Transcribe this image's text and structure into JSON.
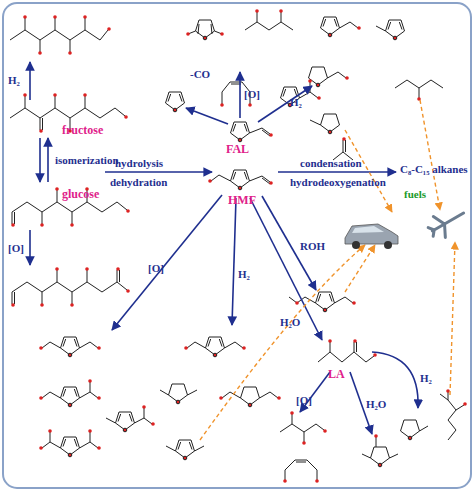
{
  "diagram": {
    "labels": [
      "H₂",
      "fructose",
      "isomerization",
      "glucose",
      "[O]",
      "hydrolysis",
      "dehydration",
      "-CO",
      "[O]",
      "FAL",
      "H₂",
      "condensation",
      "hydrodeoxygenation",
      "C₈-C₁₅ alkanes",
      "fuels",
      "HMF",
      "[O]",
      "H₂",
      "ROH",
      "H₂O",
      "LA",
      "[O]",
      "H₂O",
      "H₂"
    ]
  }
}
